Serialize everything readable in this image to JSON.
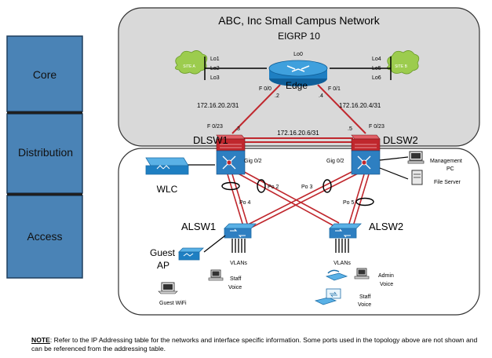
{
  "title": "ABC, Inc Small Campus Network",
  "subtitle": "EIGRP 10",
  "layers": {
    "core": "Core",
    "distribution": "Distribution",
    "access": "Access"
  },
  "colors": {
    "layer_fill": "#4a83b6",
    "core_zone": "#d9d9d9",
    "link_red": "#c0272d",
    "router": "#1e7fc2",
    "switch_red": "#c0272d",
    "switch_blue": "#2e7fc1",
    "cloud": "#9ccc4e"
  },
  "edge": {
    "name": "Edge",
    "lo0": "Lo0",
    "f00": "F 0/0",
    "f01": "F 0/1"
  },
  "site_a": {
    "label": "SITE A",
    "lo1": "Lo1",
    "lo2": "Lo2",
    "lo3": "Lo3"
  },
  "site_b": {
    "label": "SITE B",
    "lo4": "Lo4",
    "lo5": "Lo5",
    "lo6": "Lo6"
  },
  "links": {
    "left_net": "172.16.20.2/31",
    "right_net": "172.16.20.4/31",
    "dist_net": "172.16.20.6/31",
    "ip_2": ".2",
    "ip_4": ".4",
    "ip_3": ".3",
    "ip_5": ".5",
    "f023_left": "F 0/23",
    "f023_right": "F 0/23"
  },
  "dlsw1": {
    "name": "DLSW1",
    "gig": "Gig 0/2"
  },
  "dlsw2": {
    "name": "DLSW2",
    "gig": "Gig 0/2"
  },
  "ports": {
    "po2": "Po 2",
    "po3": "Po 3",
    "po4": "Po 4",
    "po5": "Po 5"
  },
  "alsw1": {
    "name": "ALSW1",
    "vlans": "VLANs"
  },
  "alsw2": {
    "name": "ALSW2",
    "vlans": "VLANs"
  },
  "devices": {
    "wlc": "WLC",
    "guest_ap_1": "Guest",
    "guest_ap_2": "AP",
    "staff_voice_left_1": "Staff",
    "staff_voice_left_2": "Voice",
    "guest_wifi": "Guest WiFi",
    "mgmt_pc_1": "Management",
    "mgmt_pc_2": "PC",
    "file_server": "File Server",
    "admin_voice_1": "Admin",
    "admin_voice_2": "Voice",
    "staff_voice_right_1": "Staff",
    "staff_voice_right_2": "Voice"
  },
  "note": {
    "label": "NOTE",
    "text": ": Refer to the IP Addressing table for the networks and interface specific information. Some ports used in the topology above are not shown and can be referenced from the addressing table."
  }
}
